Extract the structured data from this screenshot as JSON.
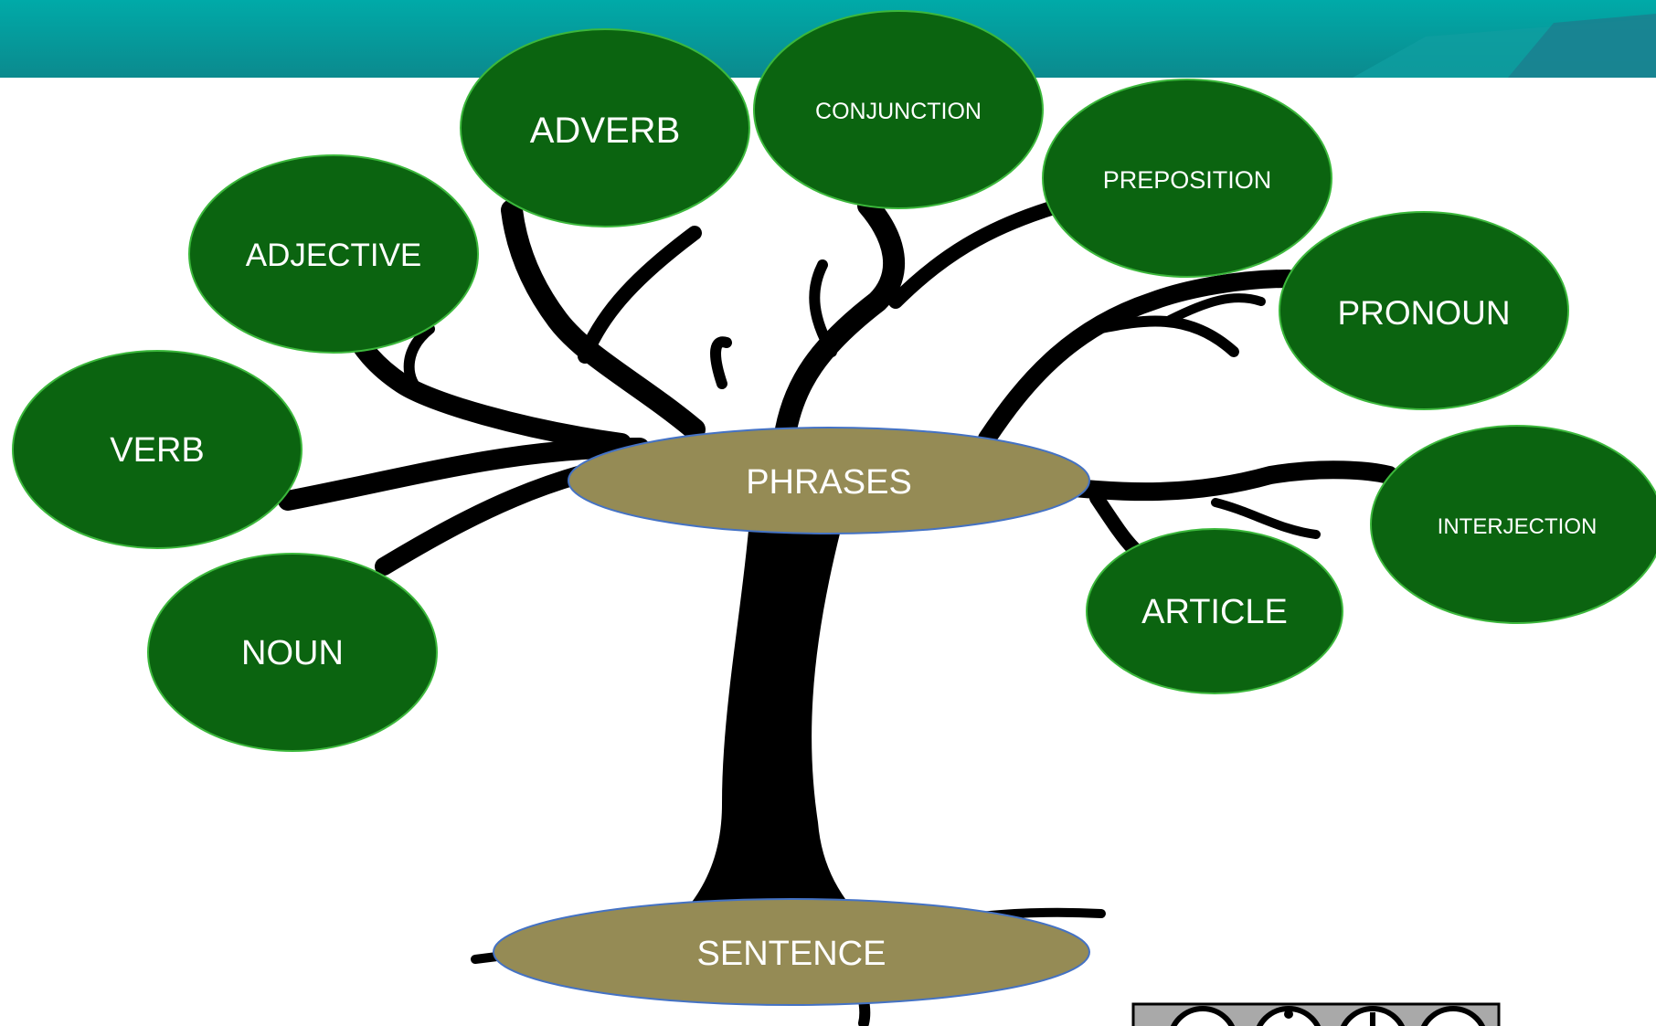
{
  "diagram": {
    "root": "SENTENCE",
    "hub": "PHRASES",
    "leaves": [
      "NOUN",
      "VERB",
      "ADJECTIVE",
      "ADVERB",
      "CONJUNCTION",
      "PREPOSITION",
      "PRONOUN",
      "INTERJECTION",
      "ARTICLE"
    ]
  },
  "colors": {
    "banner_teal": "#00a8a8",
    "banner_dark": "#0b7f86",
    "leaf_fill": "#0b6410",
    "leaf_stroke": "#3cb83c",
    "hub_fill": "#958b55",
    "hub_stroke": "#4472c4",
    "trunk": "#000000",
    "badge_bg": "#a9a9a9"
  },
  "icons": [
    "tree-trunk-silhouette",
    "cc-license-badge"
  ]
}
